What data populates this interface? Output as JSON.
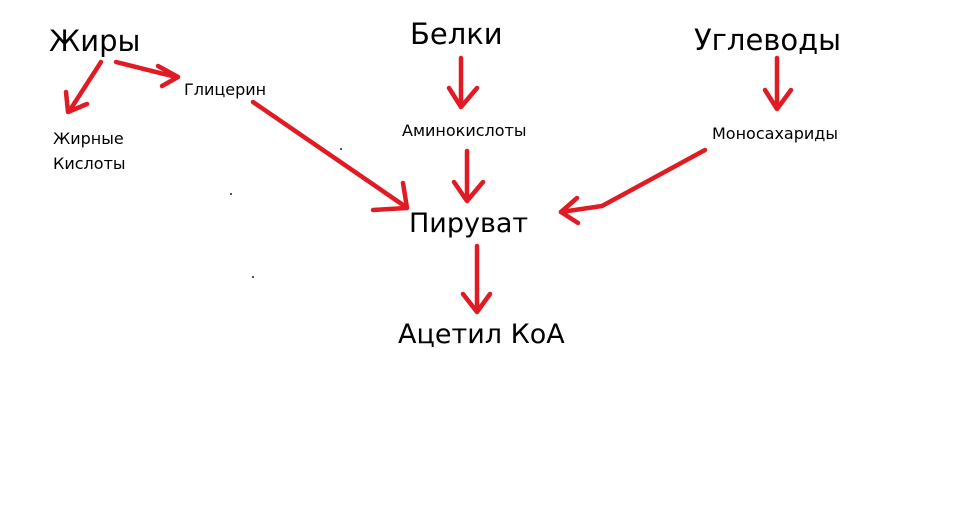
{
  "diagram": {
    "arrow_color": "#e01b24",
    "nodes": {
      "fats": "Жиры",
      "fatty_acids_line1": "Жирные",
      "fatty_acids_line2": "Кислоты",
      "glycerol": "Глицерин",
      "proteins": "Белки",
      "amino_acids": "Аминокислоты",
      "carbohydrates": "Углеводы",
      "monosaccharides": "Моносахариды",
      "pyruvate": "Пируват",
      "acetyl_coa": "Ацетил КоА"
    },
    "edges": [
      {
        "from": "fats",
        "to": "fatty_acids"
      },
      {
        "from": "fats",
        "to": "glycerol"
      },
      {
        "from": "glycerol",
        "to": "pyruvate"
      },
      {
        "from": "proteins",
        "to": "amino_acids"
      },
      {
        "from": "amino_acids",
        "to": "pyruvate"
      },
      {
        "from": "carbohydrates",
        "to": "monosaccharides"
      },
      {
        "from": "monosaccharides",
        "to": "pyruvate"
      },
      {
        "from": "pyruvate",
        "to": "acetyl_coa"
      }
    ]
  }
}
